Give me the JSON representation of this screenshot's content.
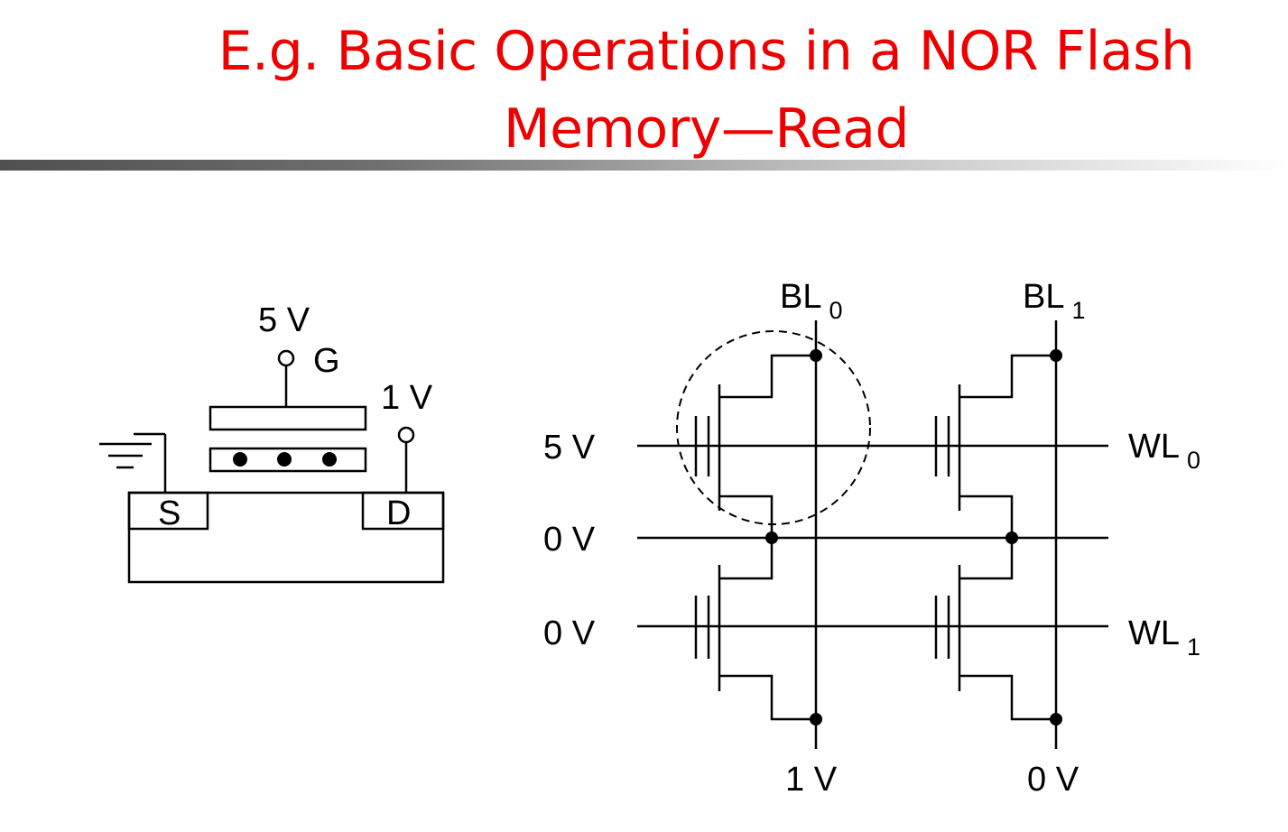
{
  "slide": {
    "title_line1": "E.g. Basic Operations in a NOR Flash",
    "title_line2": "Memory—Read"
  },
  "cell_diagram": {
    "gate_voltage": "5 V",
    "gate_label": "G",
    "drain_voltage": "1 V",
    "source_label": "S",
    "drain_label": "D"
  },
  "array_diagram": {
    "bitlines": [
      {
        "name": "BL",
        "sub": "0",
        "bottom_voltage": "1 V"
      },
      {
        "name": "BL",
        "sub": "1",
        "bottom_voltage": "0 V"
      }
    ],
    "wordlines": [
      {
        "name": "WL",
        "sub": "0",
        "voltage": "5 V"
      },
      {
        "name": "WL",
        "sub": "1",
        "voltage": "0 V"
      }
    ],
    "source_line_voltage": "0 V"
  },
  "colors": {
    "title": "#ee0000",
    "lines": "#000000"
  }
}
